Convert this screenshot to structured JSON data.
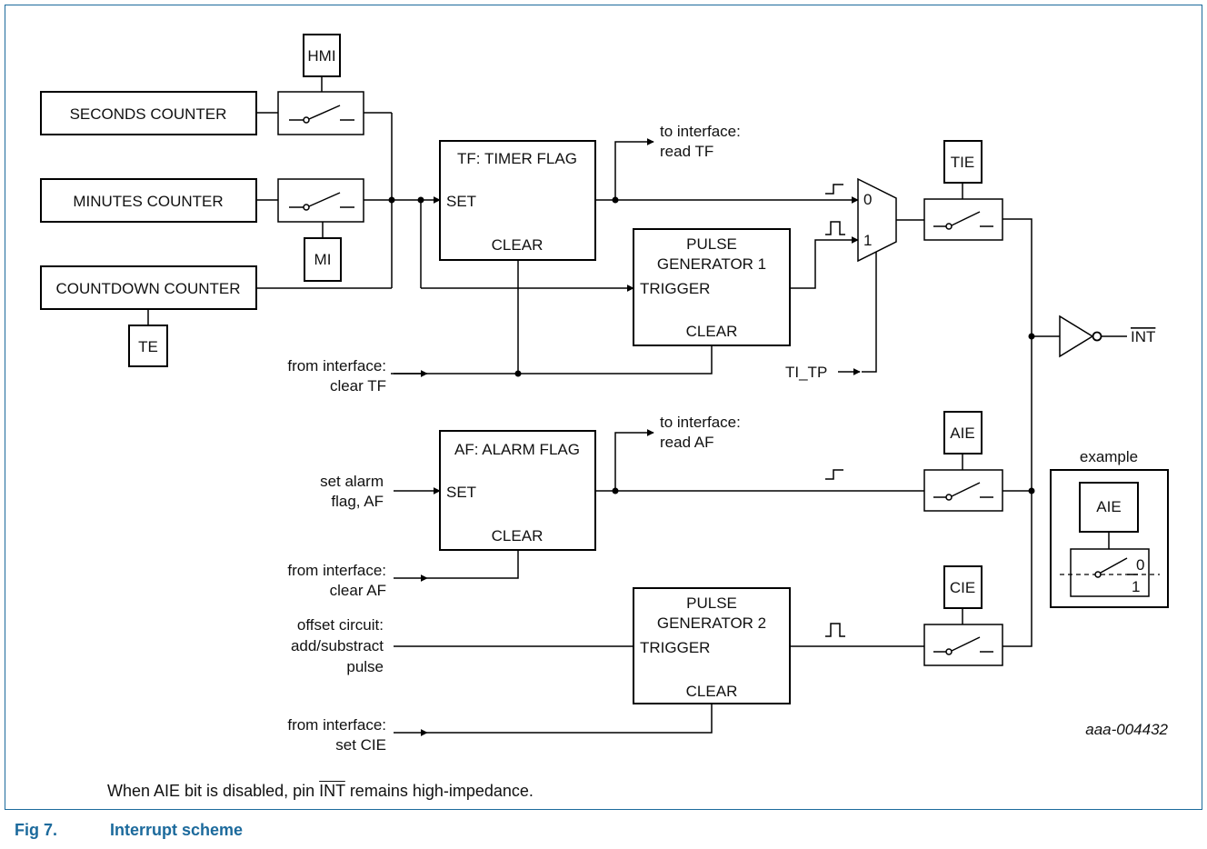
{
  "blocks": {
    "seconds_counter": "SECONDS COUNTER",
    "minutes_counter": "MINUTES COUNTER",
    "countdown_counter": "COUNTDOWN COUNTER",
    "timer_flag_title": "TF: TIMER FLAG",
    "alarm_flag_title": "AF: ALARM FLAG",
    "set_label": "SET",
    "clear_label": "CLEAR",
    "trigger_label": "TRIGGER",
    "pulse_generator_line1": "PULSE",
    "pulse_generator_1_line2": "GENERATOR 1",
    "pulse_generator_2_line2": "GENERATOR 2",
    "mux_in0": "0",
    "mux_in1": "1"
  },
  "bits": {
    "hmi": "HMI",
    "mi": "MI",
    "te": "TE",
    "tie": "TIE",
    "aie": "AIE",
    "cie": "CIE"
  },
  "signals": {
    "to_interface": "to interface:",
    "read_tf": "read TF",
    "read_af": "read AF",
    "from_interface": "from interface:",
    "clear_tf": "clear TF",
    "clear_af": "clear AF",
    "set_cie": "set CIE",
    "set_alarm_line1": "set alarm",
    "set_alarm_line2": "flag, AF",
    "offset_line1": "offset circuit:",
    "offset_line2": "add/substract",
    "offset_line3": "pulse",
    "ti_tp": "TI_TP",
    "int_pin": "INT"
  },
  "example": {
    "title": "example",
    "bit": "AIE",
    "state0": "0",
    "state1": "1"
  },
  "figure_id": "aaa-004432",
  "note": {
    "before": "When AIE bit is disabled, pin ",
    "pin": "INT",
    "after": " remains high-impedance."
  },
  "caption": {
    "number": "Fig 7.",
    "title": "Interrupt scheme"
  }
}
